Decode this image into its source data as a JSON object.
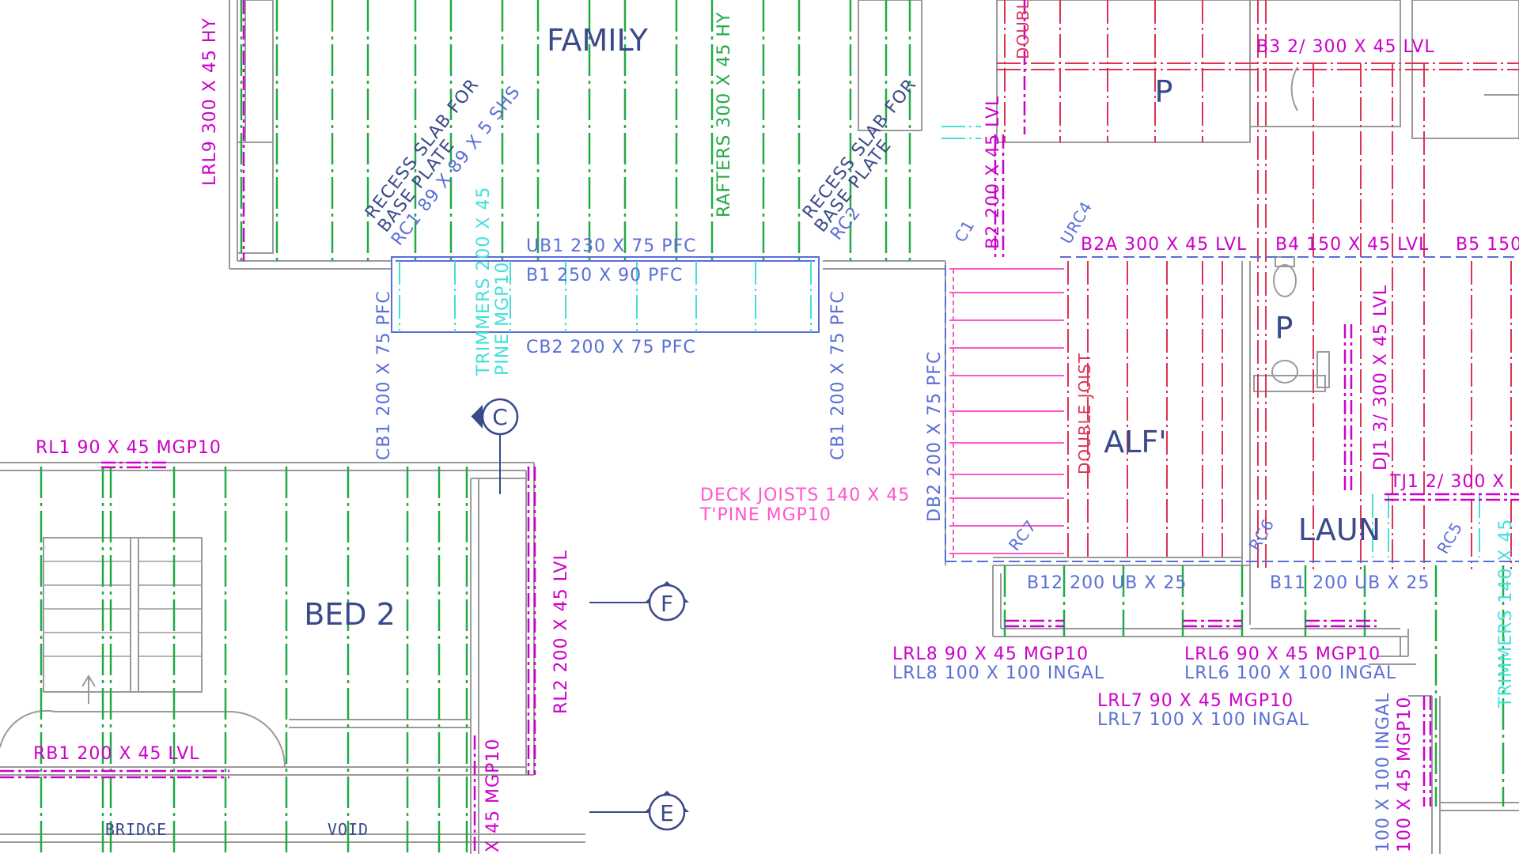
{
  "colors": {
    "magenta": "#cc00cc",
    "green": "#22aa44",
    "blue": "#5a6fd6",
    "cyan": "#44e0d8",
    "red": "#dd3355",
    "pink": "#ff55cc",
    "navy": "#3a4a8a",
    "gray": "#9a9a9a"
  },
  "rooms": {
    "family": "FAMILY",
    "alf": "ALF'",
    "laun": "LAUN",
    "bed2": "BED 2",
    "p_upper": "P",
    "p_lower": "P",
    "bridge": "BRIDGE",
    "void": "VOID"
  },
  "markers": {
    "c": "C",
    "f": "F",
    "e": "E"
  },
  "labels": {
    "lrl9": "LRL9 300 X 45 HY",
    "recess_left": "RECESS SLAB FOR",
    "base_plate_left": "BASE PLATE",
    "rc1": "RC1 89 X 89 X 5 SHS",
    "trimmers_left": "TRIMMERS 200 X 45",
    "pine_left": "PINE MGP10",
    "rafters": "RAFTERS 300 X 45 HY",
    "recess_right": "RECESS SLAB FOR",
    "base_plate_right": "BASE PLATE",
    "rc2": "RC2",
    "c1": "C1",
    "b2": "B2 200 X 45 LVL",
    "urc4": "URC4",
    "double_top": "DOUBLE",
    "b3": "B3 2/ 300 X 45 LVL",
    "ub1": "UB1 230 X 75 PFC",
    "b1": "B1 250 X 90 PFC",
    "cb2": "CB2 200 X 75 PFC",
    "cb1_left": "CB1 200 X 75 PFC",
    "cb1_right": "CB1 200 X 75 PFC",
    "b2a": "B2A 300 X 45 LVL",
    "b4": "B4 150 X 45 LVL",
    "b5": "B5 150",
    "db2": "DB2 200 X 75 PFC",
    "double_joist": "DOUBLE JOIST",
    "dj1": "DJ1 3/ 300 X 45 LVL",
    "tj1": "TJ1 2/ 300 X",
    "rl1": "RL1 90 X 45 MGP10",
    "deck_joists_1": "DECK JOISTS 140 X 45",
    "deck_joists_2": "T'PINE MGP10",
    "rc7": "RC7",
    "rc6": "RC6",
    "rc5": "RC5",
    "b12": "B12 200 UB X 25",
    "b11": "B11 200 UB X 25",
    "rl2": "RL2 200 X 45 LVL",
    "lrl8_a": "LRL8 90 X 45 MGP10",
    "lrl8_b": "LRL8 100 X 100 INGAL",
    "lrl6_a": "LRL6 90 X 45 MGP10",
    "lrl6_b": "LRL6 100 X 100 INGAL",
    "lrl7_a": "LRL7 90 X 45 MGP10",
    "lrl7_b": "LRL7 100 X 100 INGAL",
    "rb1": "RB1 200 X 45 LVL",
    "x45_mgp10": "X 45 MGP10",
    "trimmers_right": "TRIMMERS 140 X 45",
    "ingal_bottom": "100 X 100 INGAL",
    "x45_bottom": "100 X 45 MGP10"
  }
}
